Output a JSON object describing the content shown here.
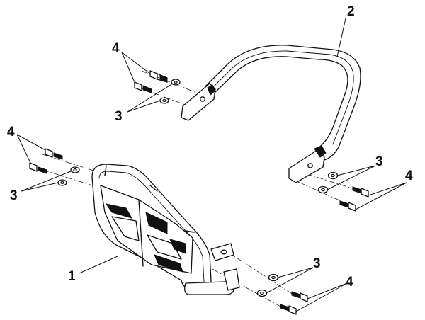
{
  "diagram": {
    "callouts": {
      "part1": "1",
      "part2": "2",
      "washer_upper_left": "3",
      "bolt_upper_left": "4",
      "washer_left": "3",
      "bolt_left": "4",
      "washer_right_upper": "3",
      "bolt_right_upper": "4",
      "washer_right_lower": "3",
      "bolt_right_lower": "4"
    }
  }
}
